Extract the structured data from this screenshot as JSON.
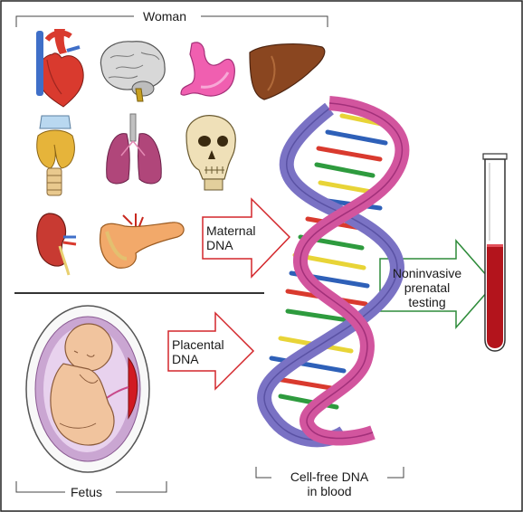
{
  "labels": {
    "woman": "Woman",
    "maternal_line1": "Maternal",
    "maternal_line2": "DNA",
    "placental_line1": "Placental",
    "placental_line2": "DNA",
    "nipt_line1": "Noninvasive",
    "nipt_line2": "prenatal",
    "nipt_line3": "testing",
    "fetus": "Fetus",
    "cfdna_line1": "Cell-free DNA",
    "cfdna_line2": "in blood"
  },
  "organs": [
    {
      "name": "heart",
      "icon": "heart-icon"
    },
    {
      "name": "brain",
      "icon": "brain-icon"
    },
    {
      "name": "stomach",
      "icon": "stomach-icon"
    },
    {
      "name": "liver",
      "icon": "liver-icon"
    },
    {
      "name": "thyroid",
      "icon": "thyroid-icon"
    },
    {
      "name": "lungs",
      "icon": "lungs-icon"
    },
    {
      "name": "skull",
      "icon": "skull-icon"
    },
    {
      "name": "kidney",
      "icon": "kidney-icon"
    },
    {
      "name": "pancreas",
      "icon": "pancreas-icon"
    }
  ],
  "colors": {
    "arrow_red": "#d3262b",
    "arrow_green": "#2e8b3a",
    "strand_pink": "#d2559e",
    "strand_blue": "#7a72c4",
    "blood": "#b3141c"
  }
}
